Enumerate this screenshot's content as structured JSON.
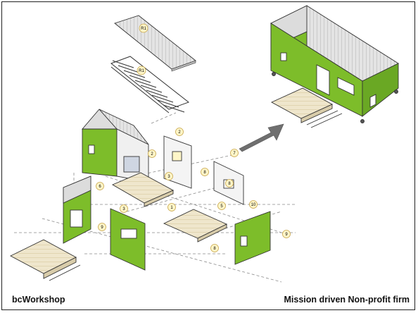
{
  "captions": {
    "left": "bcWorkshop",
    "right": "Mission driven Non-profit firm"
  },
  "part_labels": {
    "roof": "R1",
    "framing": "R1",
    "w1": "2",
    "w2": "2",
    "w3": "3",
    "w4": "8",
    "w5": "7",
    "w6": "8",
    "f1": "1",
    "f2": "3",
    "f3": "5",
    "f4": "6",
    "f5": "10",
    "f6": "9",
    "f7": "8",
    "f8": "9"
  },
  "colors": {
    "wall_green": "#7dbd2a",
    "wall_green_dark": "#5e9a1c",
    "floor": "#efe6cc",
    "roof": "#e2e2e2",
    "line": "#333333",
    "arrow": "#6f6f6f",
    "label_fill": "#fff6c8",
    "label_stroke": "#c8a64a"
  },
  "icons": {
    "arrow": "assembly-arrow-icon"
  }
}
